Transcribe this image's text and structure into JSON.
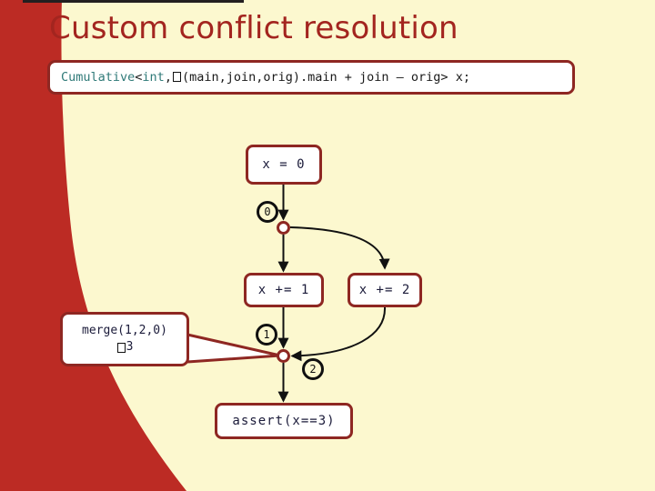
{
  "slide": {
    "title": "Custom conflict resolution",
    "background_color": "#fcf8cf",
    "accent_color": "#bc2b24",
    "title_color": "#a3251f",
    "border_color": "#8e2722"
  },
  "code_banner": {
    "prefix_type": "Cumulative",
    "open_angle": "<",
    "type_param": "int",
    "comma": ",",
    "missing_glyph": "□",
    "signature_tail": "(main,join,orig).main + join ",
    "minus": "–",
    "signature_end": " orig> x;",
    "full_text": "Cumulative<int,□(main,join,orig).main + join – orig> x;"
  },
  "diagram": {
    "type": "control-flow",
    "nodes": [
      {
        "id": "node-x0",
        "label": "x = 0"
      },
      {
        "id": "node-xplus1",
        "label": "x += 1"
      },
      {
        "id": "node-xplus2",
        "label": "x += 2"
      },
      {
        "id": "node-assert",
        "label": "assert(x==3)"
      }
    ],
    "badges": [
      {
        "id": "badge-0",
        "label": "0"
      },
      {
        "id": "badge-1",
        "label": "1"
      },
      {
        "id": "badge-2",
        "label": "2"
      }
    ],
    "junctions": [
      {
        "id": "junction-fork",
        "role": "fork"
      },
      {
        "id": "junction-join",
        "role": "join"
      }
    ],
    "callout": {
      "line1": "merge(1,2,0)",
      "glyph": "□",
      "line2_value": "3"
    }
  }
}
